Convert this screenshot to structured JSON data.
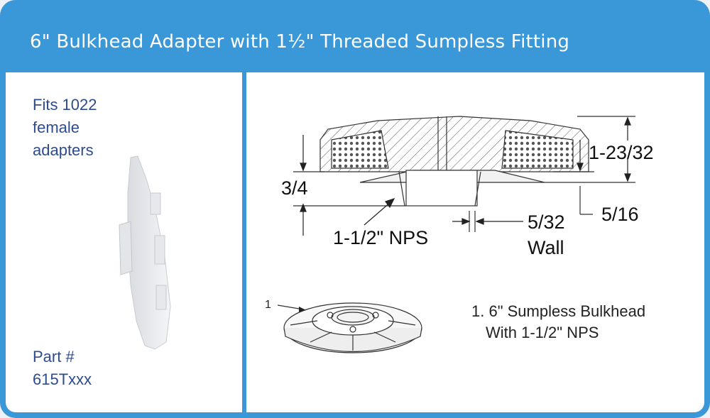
{
  "header": {
    "title": "6\" Bulkhead Adapter with 1½\" Threaded Sumpless Fitting"
  },
  "left_panel": {
    "fits_line1": "Fits 1022",
    "fits_line2": "female",
    "fits_line3": "adapters",
    "part_line1": "Part #",
    "part_line2": "615Txxx"
  },
  "diagram": {
    "dim_1_23_32": "1-23/32",
    "dim_3_4": "3/4",
    "dim_5_16": "5/16",
    "dim_5_32": "5/32",
    "wall_label": "Wall",
    "nps_label": "1-1/2\" NPS",
    "callout_number": "1",
    "legend_line1": "1. 6\" Sumpless Bulkhead",
    "legend_line2": "With 1-1/2\" NPS"
  },
  "colors": {
    "header_blue": "#3a97d8",
    "left_text": "#2d4b8f",
    "panel": "#ffffff"
  }
}
